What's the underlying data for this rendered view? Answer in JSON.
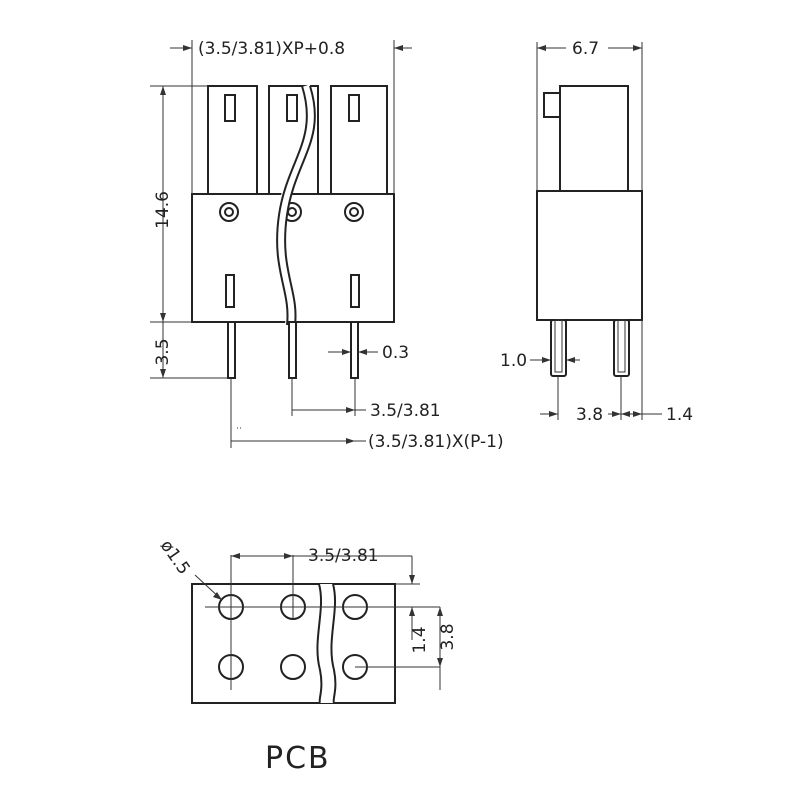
{
  "front_view": {
    "dim_top": "(3.5/3.81)XP+0.8",
    "dim_height": "14.6",
    "dim_pin_length": "3.5",
    "dim_pin_thickness": "0.3",
    "dim_pitch": "3.5/3.81",
    "dim_pin_span": "(3.5/3.81)X(P-1)"
  },
  "side_view": {
    "dim_depth": "6.7",
    "dim_pin_diameter": "1.0",
    "dim_pin_spacing": "3.8",
    "dim_pin_offset": "1.4"
  },
  "pcb_view": {
    "dim_hole": "ø1.5",
    "dim_pitch": "3.5/3.81",
    "dim_row_offset": "1.4",
    "dim_row_spacing": "3.8",
    "title": "PCB"
  }
}
